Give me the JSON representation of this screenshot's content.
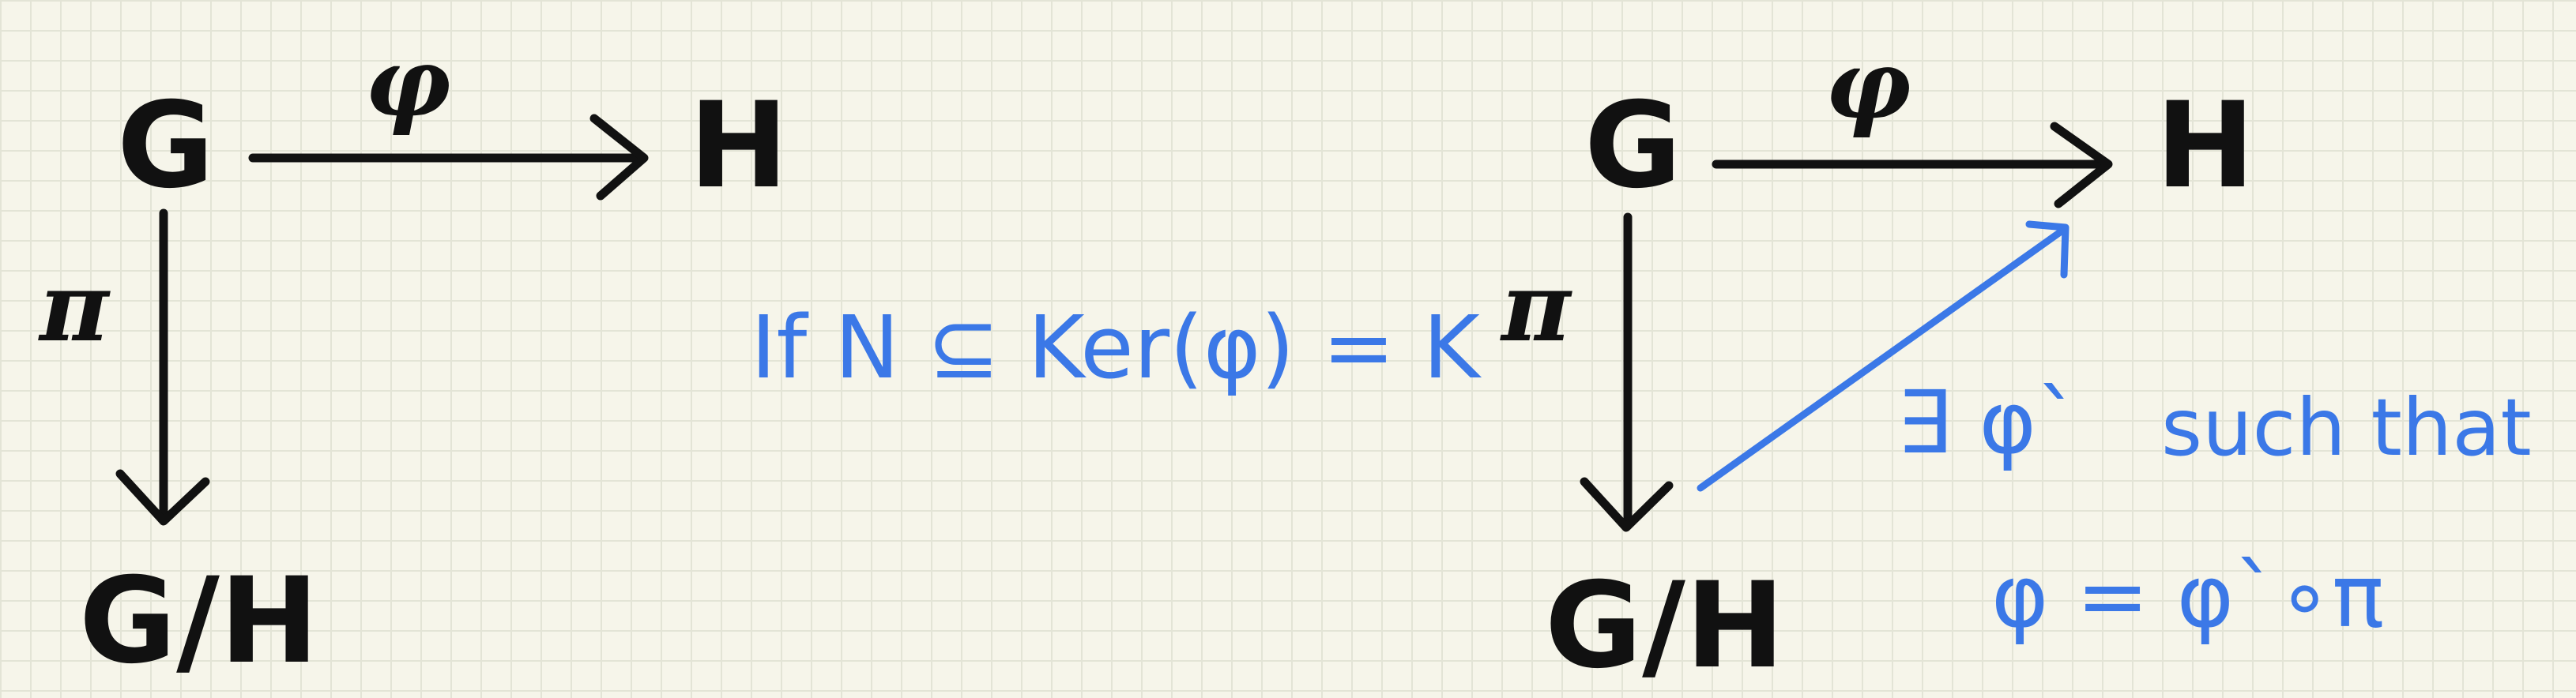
{
  "left_diagram": {
    "top_left": "G",
    "top_right": "H",
    "bottom": "G/H",
    "top_arrow_label": "φ",
    "down_arrow_label": "π"
  },
  "condition_text": "If N ⊆ Ker(φ) = K",
  "right_diagram": {
    "top_left": "G",
    "top_right": "H",
    "bottom": "G/H",
    "top_arrow_label": "φ",
    "down_arrow_label": "π"
  },
  "conclusion": {
    "exists_text": "∃ φ`",
    "such_that_text": "such that",
    "equation_text": "φ = φ`∘π"
  },
  "colors": {
    "ink": "#111111",
    "blue": "#3b78e7",
    "paper": "#f6f5ea",
    "grid": "#e3e4d6"
  }
}
